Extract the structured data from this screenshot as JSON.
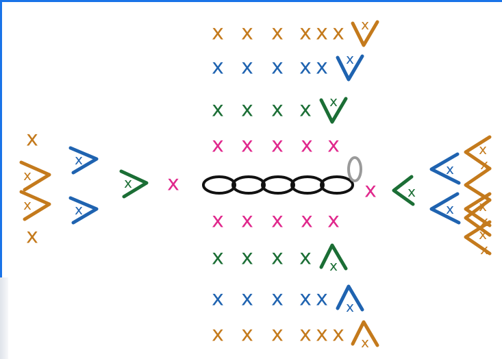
{
  "colors": {
    "orange": "#c47a1c",
    "blue": "#1f63b0",
    "green": "#1b6e35",
    "pink": "#e0288c",
    "black": "#111111",
    "grey": "#9a9a9a",
    "frame": "#1a73e8"
  },
  "glyphs": {
    "single_crochet": "x"
  },
  "rows": [
    {
      "name": "round-4-top",
      "color": "orange",
      "count": 6,
      "ends_with": "increase-down"
    },
    {
      "name": "round-3-top",
      "color": "blue",
      "count": 5,
      "ends_with": "increase-down"
    },
    {
      "name": "round-2-top",
      "color": "green",
      "count": 4,
      "ends_with": "increase-down"
    },
    {
      "name": "round-1-top",
      "color": "pink",
      "count": 5,
      "ends_with": "none"
    },
    {
      "name": "foundation-chain",
      "color": "black",
      "count": 5,
      "ends_with": "turning-chain"
    },
    {
      "name": "round-1-bottom",
      "color": "pink",
      "count": 5,
      "ends_with": "none"
    },
    {
      "name": "round-2-bottom",
      "color": "green",
      "count": 4,
      "ends_with": "increase-up"
    },
    {
      "name": "round-3-bottom",
      "color": "blue",
      "count": 5,
      "ends_with": "increase-up"
    },
    {
      "name": "round-4-bottom",
      "color": "orange",
      "count": 6,
      "ends_with": "increase-up"
    }
  ],
  "left_end": {
    "round1": {
      "color": "pink",
      "stitches": 1
    },
    "round2": {
      "color": "green",
      "increases": 1
    },
    "round3": {
      "color": "blue",
      "increases": 2
    },
    "round4": {
      "color": "orange",
      "increases": 2,
      "singles": 2
    }
  },
  "right_end": {
    "round1": {
      "color": "pink",
      "stitches": 1
    },
    "round2": {
      "color": "green",
      "increases": 1
    },
    "round3": {
      "color": "blue",
      "increases": 2
    },
    "round4": {
      "color": "orange",
      "increases": 3
    }
  }
}
